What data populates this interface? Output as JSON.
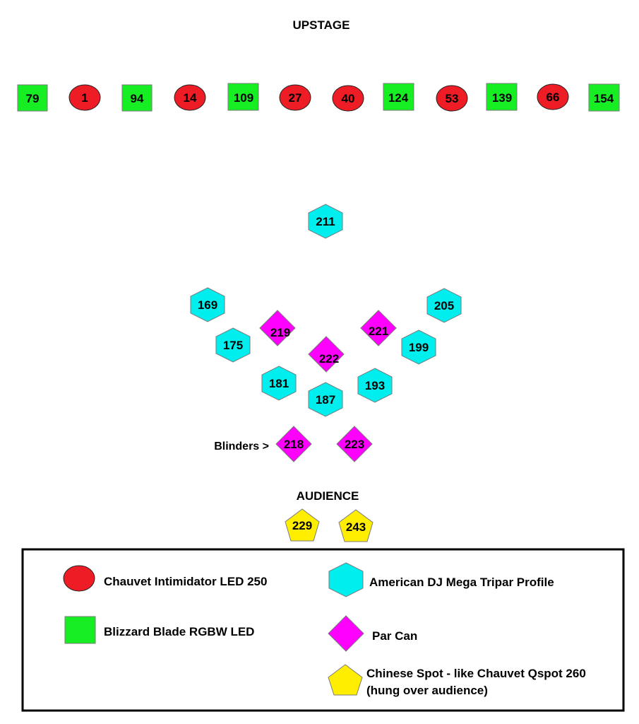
{
  "labels": {
    "upstage": "UPSTAGE",
    "audience": "AUDIENCE",
    "blinders": "Blinders >"
  },
  "fixtures": {
    "upstage_row": [
      "79",
      "1",
      "94",
      "14",
      "109",
      "27",
      "40",
      "124",
      "53",
      "139",
      "66",
      "154"
    ],
    "hex": {
      "h211": "211",
      "h169": "169",
      "h205": "205",
      "h175": "175",
      "h199": "199",
      "h181": "181",
      "h193": "193",
      "h187": "187"
    },
    "diamond": {
      "d219": "219",
      "d221": "221",
      "d222": "222",
      "d218": "218",
      "d223": "223"
    },
    "pentagon": {
      "p229": "229",
      "p243": "243"
    }
  },
  "legend": {
    "intimidator": "Chauvet Intimidator LED 250",
    "blade": "Blizzard Blade RGBW LED",
    "tripar": "American DJ Mega Tripar Profile",
    "parcan": "Par Can",
    "spot_line1": "Chinese Spot - like Chauvet Qspot 260",
    "spot_line2": "(hung over audience)"
  },
  "colors": {
    "intimidator": "#ee1c24",
    "blade": "#16ee23",
    "tripar": "#00eeee",
    "parcan": "#ff00ff",
    "spot": "#ffee00"
  }
}
